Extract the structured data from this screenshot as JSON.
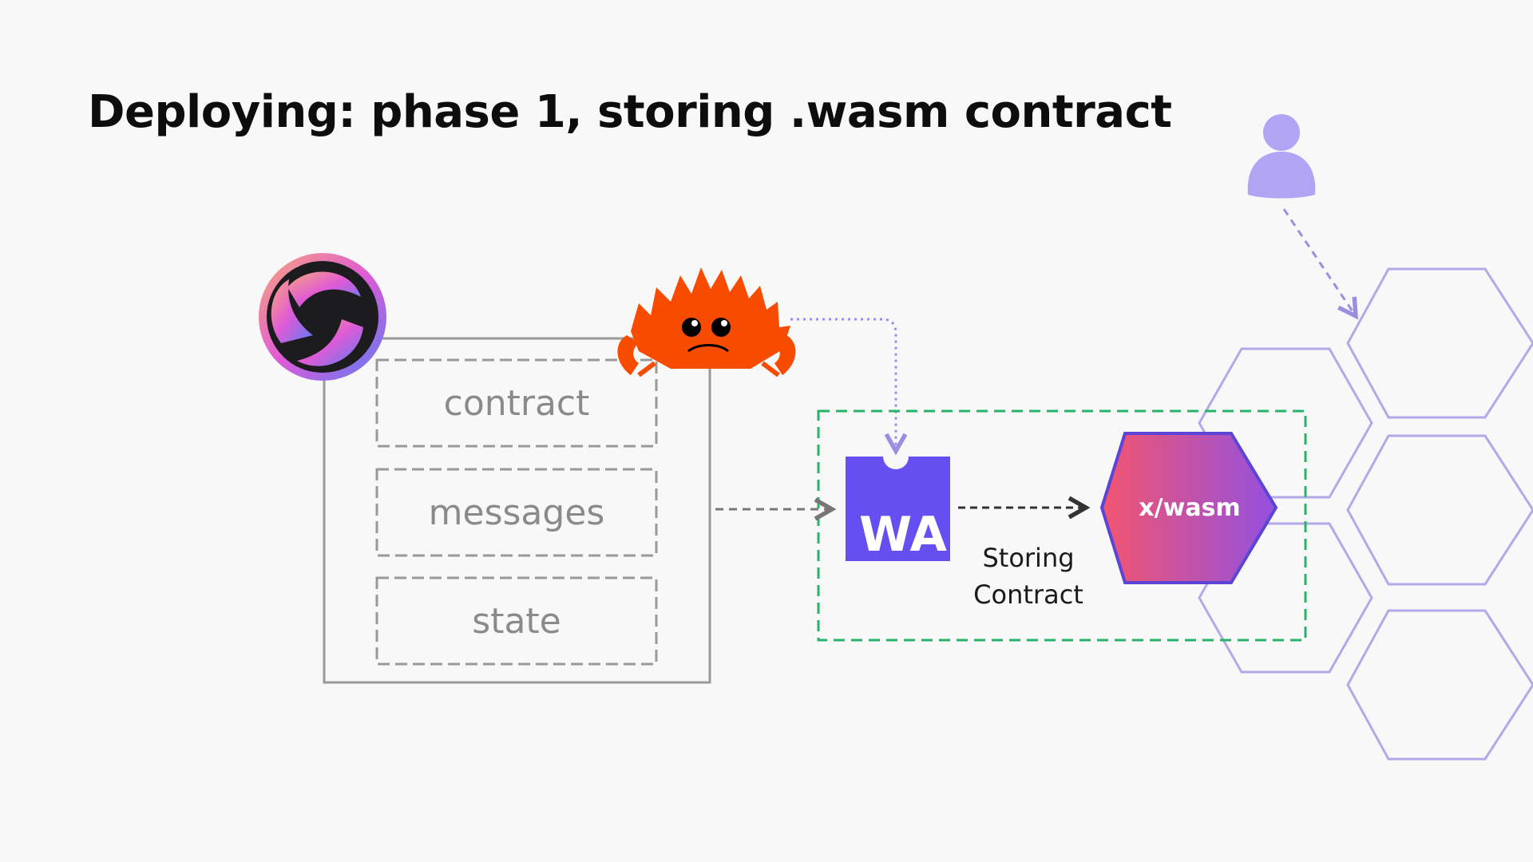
{
  "title": "Deploying: phase 1, storing .wasm contract",
  "contract_box": {
    "slots": [
      "contract",
      "messages",
      "state"
    ]
  },
  "wasm_logo": {
    "label": "WA",
    "icon": "webassembly-icon"
  },
  "module": {
    "label": "x/wasm"
  },
  "arrow_label": {
    "line1": "Storing",
    "line2": "Contract"
  },
  "icons": {
    "framework_logo": "cosmwasm-logo-icon",
    "mascot": "rust-crab-icon",
    "user": "user-icon"
  },
  "colors": {
    "background": "#f8f8f8",
    "wasm_purple": "#654ff0",
    "highlight_green": "#27b36a",
    "hex_outline": "#b4a8e8",
    "user_purple": "#b2a4f4",
    "crab_orange": "#f74c00"
  }
}
